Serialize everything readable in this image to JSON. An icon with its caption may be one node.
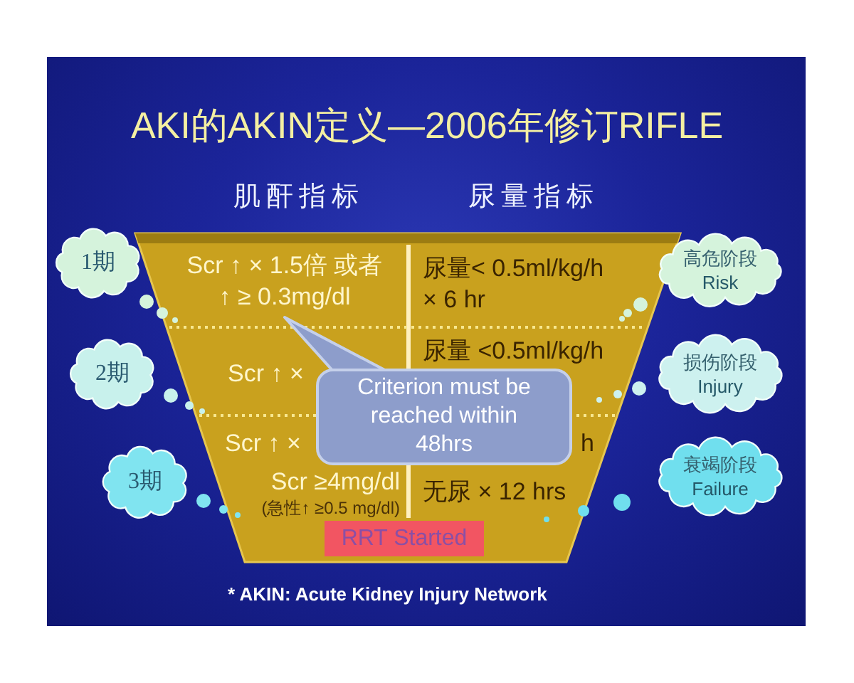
{
  "diagram": {
    "title": "AKI的AKIN定义—2006年修订RIFLE",
    "nodes": [
      {
        "text": [
          "Scr ↑ × 1.5倍 或者 ↑ ≥ 0.3mg/dl",
          "尿量< 0.5ml/kg/h × 6 hr",
          "Scr ↑ ×",
          "尿量 <0.5ml/kg/h",
          "Scr ↑ ×",
          "h",
          "Scr ≥4mg/dl",
          "(急性↑ ≥0.5 mg/dl)",
          "无尿 × 12 hrs"
        ]
      },
      {
        "text": [
          "Criterion must be reached within 48hrs"
        ],
        "in": 0
      },
      {
        "text": [
          "RRT Started"
        ],
        "in": 0
      },
      {
        "text": [
          "1期"
        ]
      },
      {
        "text": [
          "高危阶段",
          "Risk"
        ]
      },
      {
        "text": [
          "2期"
        ]
      },
      {
        "text": [
          "损伤阶段",
          "Injury"
        ]
      },
      {
        "text": [
          "3期"
        ]
      },
      {
        "text": [
          "衰竭阶段",
          "Failure"
        ]
      }
    ],
    "labels": [
      "肌酐指标",
      "尿量指标",
      "* AKIN: Acute Kidney Injury Network"
    ]
  }
}
